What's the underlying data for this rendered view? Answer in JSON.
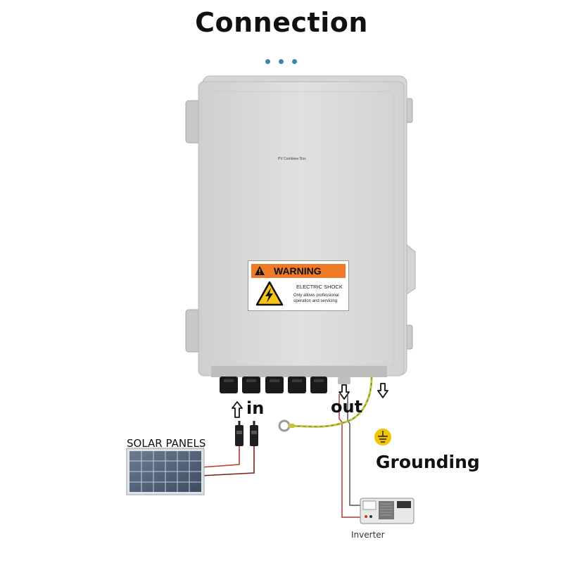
{
  "title": "Connection",
  "box_label": "PV Combiner Box",
  "warning": {
    "heading": "WARNING",
    "hazard": "ELECTRIC SHOCK",
    "description": "Only allows professional operation and servicing"
  },
  "labels": {
    "in": "in",
    "out": "out",
    "grounding": "Grounding",
    "solar_panels": "SOLAR PANELS",
    "inverter": "Inverter"
  },
  "icons": [
    "arrow-up-outline-icon",
    "arrow-down-outline-icon",
    "ground-symbol-icon",
    "warning-triangle-icon",
    "lightning-icon"
  ],
  "colors": {
    "box": "#dcdcda",
    "warning_orange": "#f07b26",
    "ground_wire": "#c9c23a",
    "red_wire": "#c0392b",
    "accent_dots": "#3c87a6"
  }
}
